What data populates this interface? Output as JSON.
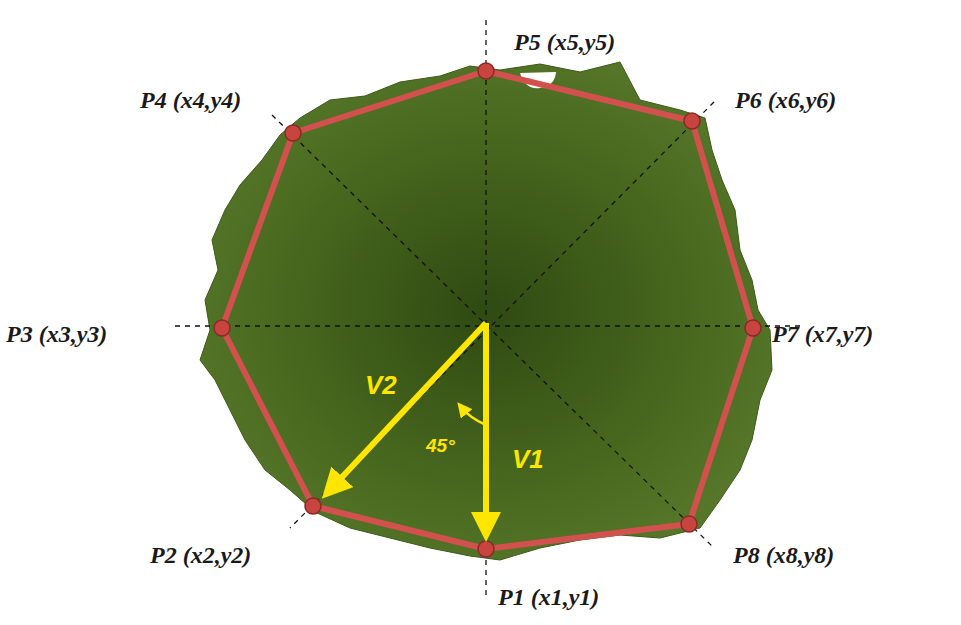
{
  "diagram": {
    "labels": [
      "P5 (x5,y5)",
      "P4 (x4,y4)",
      "P6 (x6,y6)",
      "P3 (x3,y3)",
      "P7 (x7,y7)",
      "V2",
      "45°",
      "V1",
      "P2 (x2,y2)",
      "P8 (x8,y8)",
      "P1 (x1,y1)"
    ]
  }
}
